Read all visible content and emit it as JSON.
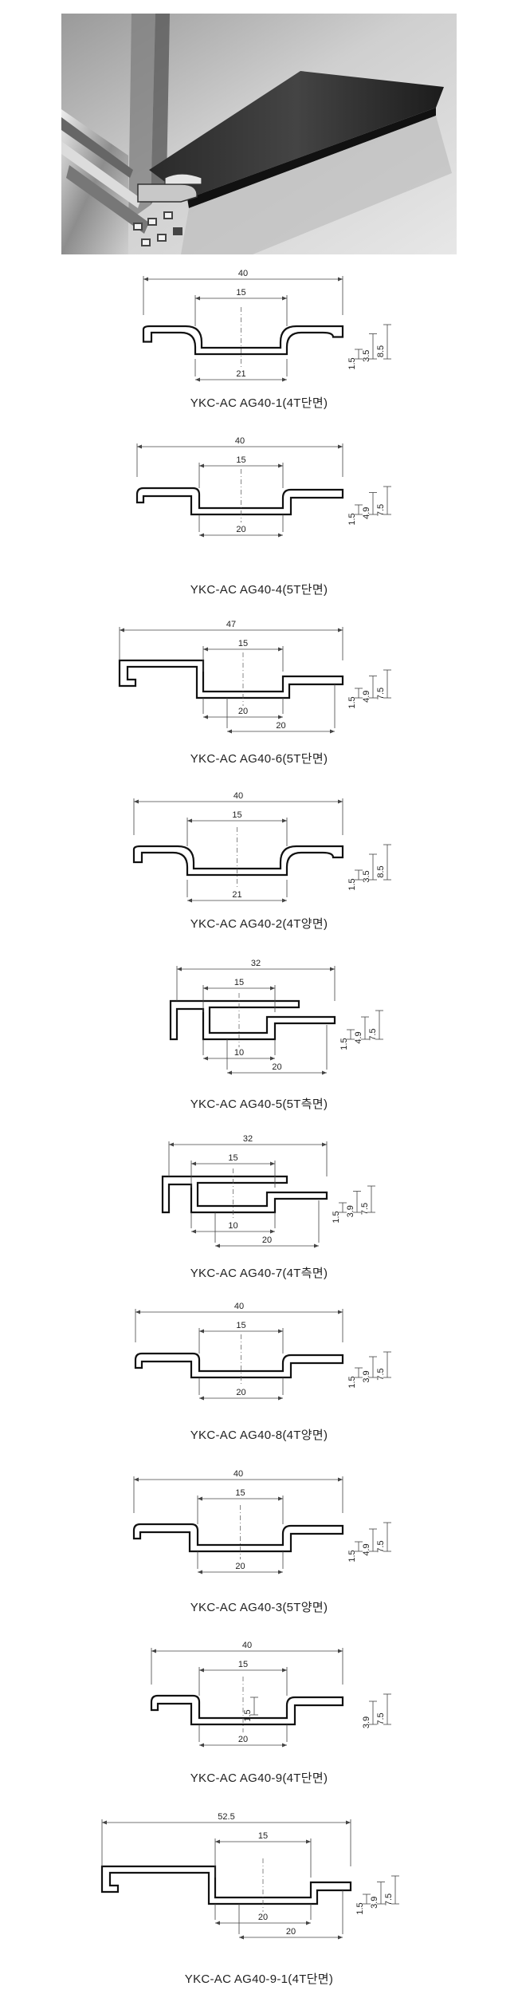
{
  "profiles": [
    {
      "id": "p1",
      "caption": "YKC-AC AG40-1(4T단면)",
      "labels": {
        "w": "40",
        "c": "15",
        "b": "21",
        "r1": "1.5",
        "r2": "3.5",
        "r3": "8.5"
      }
    },
    {
      "id": "p2",
      "caption": "YKC-AC AG40-4(5T단면)",
      "labels": {
        "w": "40",
        "c": "15",
        "b": "20",
        "r1": "1.5",
        "r2": "4.9",
        "r3": "7.5"
      }
    },
    {
      "id": "p3",
      "caption": "YKC-AC AG40-6(5T단면)",
      "labels": {
        "w": "47",
        "c": "15",
        "b": "20",
        "b2": "20",
        "r1": "1.5",
        "r2": "4.9",
        "r3": "7.5"
      }
    },
    {
      "id": "p4",
      "caption": "YKC-AC AG40-2(4T양면)",
      "labels": {
        "w": "40",
        "c": "15",
        "b": "21",
        "r1": "1.5",
        "r2": "3.5",
        "r3": "8.5"
      }
    },
    {
      "id": "p5",
      "caption": "YKC-AC AG40-5(5T측면)",
      "labels": {
        "w": "32",
        "c": "15",
        "b": "10",
        "b2": "20",
        "r1": "1.5",
        "r2": "4.9",
        "r3": "7.5"
      }
    },
    {
      "id": "p6",
      "caption": "YKC-AC AG40-7(4T측면)",
      "labels": {
        "w": "32",
        "c": "15",
        "b": "10",
        "b2": "20",
        "r1": "1.5",
        "r2": "3.9",
        "r3": "7.5"
      }
    },
    {
      "id": "p7",
      "caption": "YKC-AC AG40-8(4T양면)",
      "labels": {
        "w": "40",
        "c": "15",
        "b": "20",
        "r1": "1.5",
        "r2": "3.9",
        "r3": "7.5"
      }
    },
    {
      "id": "p8",
      "caption": "YKC-AC AG40-3(5T양면)",
      "labels": {
        "w": "40",
        "c": "15",
        "b": "20",
        "r1": "1.5",
        "r2": "4.9",
        "r3": "7.5"
      }
    },
    {
      "id": "p9",
      "caption": "YKC-AC AG40-9(4T단면)",
      "labels": {
        "w": "40",
        "c": "15",
        "cv": "1.5",
        "b": "20",
        "r2": "3.9",
        "r3": "7.5"
      }
    },
    {
      "id": "p10",
      "caption": "YKC-AC AG40-9-1(4T단면)",
      "labels": {
        "w": "52.5",
        "c": "15",
        "b": "20",
        "b2": "20",
        "r1": "1.5",
        "r2": "3.9",
        "r3": "7.5"
      }
    }
  ]
}
